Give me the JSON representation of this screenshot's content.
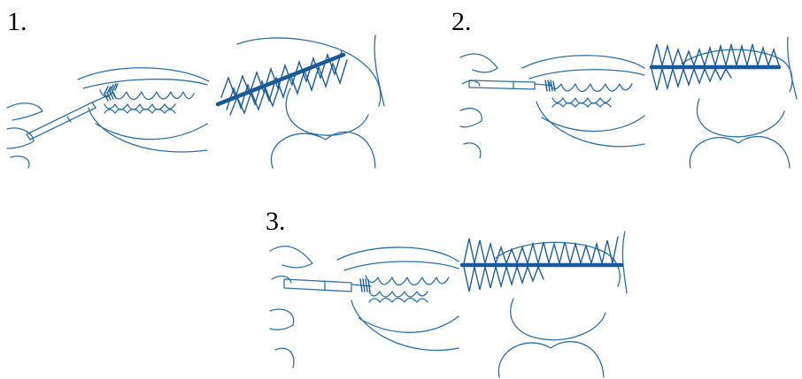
{
  "steps": [
    {
      "label": "1."
    },
    {
      "label": "2."
    },
    {
      "label": "3."
    }
  ],
  "colors": {
    "line": "#2a6fad",
    "brush": "#17599a",
    "label": "#000000"
  },
  "icons": [
    "interdental-brush-in-mouth-illustration",
    "interdental-brush-between-teeth-illustration"
  ]
}
